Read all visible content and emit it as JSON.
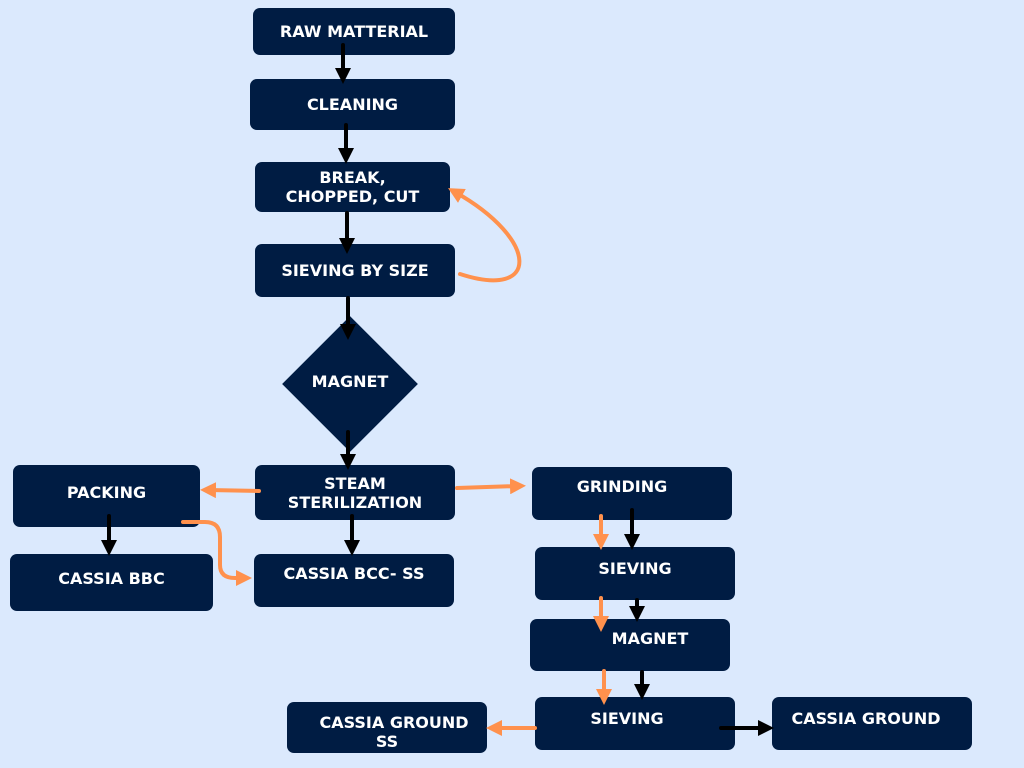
{
  "colors": {
    "background": "#dbe9fd",
    "box": "#001c43",
    "text": "#ffffff",
    "main_arrow": "#000000",
    "alt_arrow": "#ff914d"
  },
  "nodes": {
    "raw_material": "RAW MATTERIAL",
    "cleaning": "CLEANING",
    "break_line1": "BREAK,",
    "break_line2": "CHOPPED, CUT",
    "sieving_by_size": "SIEVING BY SIZE",
    "magnet": "MAGNET",
    "steam_line1": "STEAM",
    "steam_line2": "STERILIZATION",
    "packing": "PACKING",
    "cassia_bbc": "CASSIA BBC",
    "cassia_bcc_ss": "CASSIA BCC- SS",
    "grinding": "GRINDING",
    "sieving_2": "SIEVING",
    "magnet_2": "MAGNET",
    "sieving_3": "SIEVING",
    "cassia_ground": "CASSIA GROUND",
    "cassia_ground_ss_line1": "CASSIA GROUND",
    "cassia_ground_ss_line2": "SS"
  }
}
